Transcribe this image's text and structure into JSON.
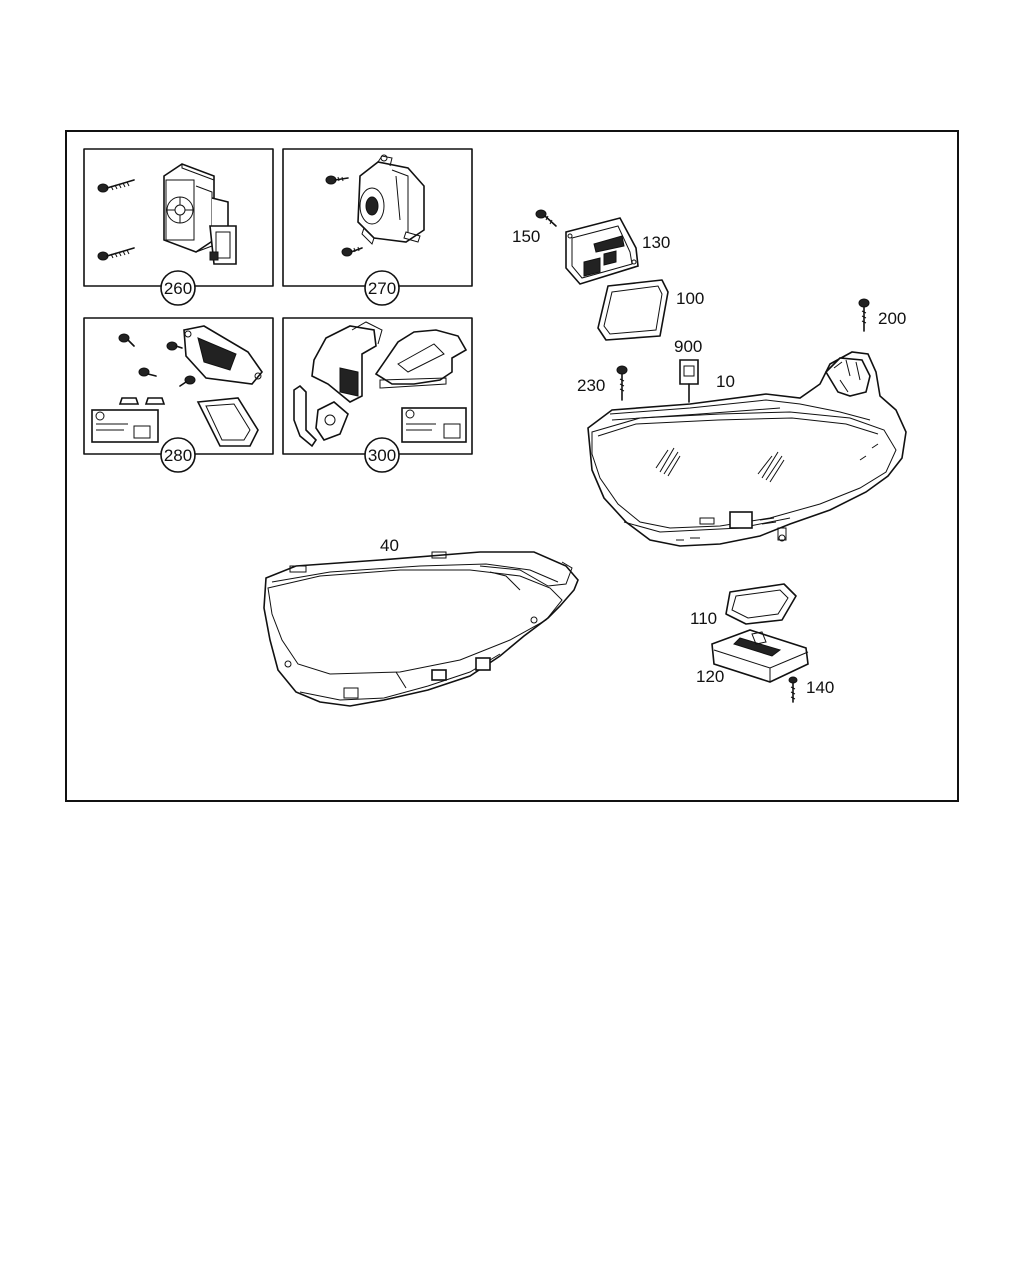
{
  "callouts": {
    "p260": "260",
    "p270": "270",
    "p280": "280",
    "p300": "300",
    "p150": "150",
    "p130": "130",
    "p100": "100",
    "p200": "200",
    "p900": "900",
    "p230": "230",
    "p10": "10",
    "p40": "40",
    "p110": "110",
    "p120": "120",
    "p140": "140"
  }
}
